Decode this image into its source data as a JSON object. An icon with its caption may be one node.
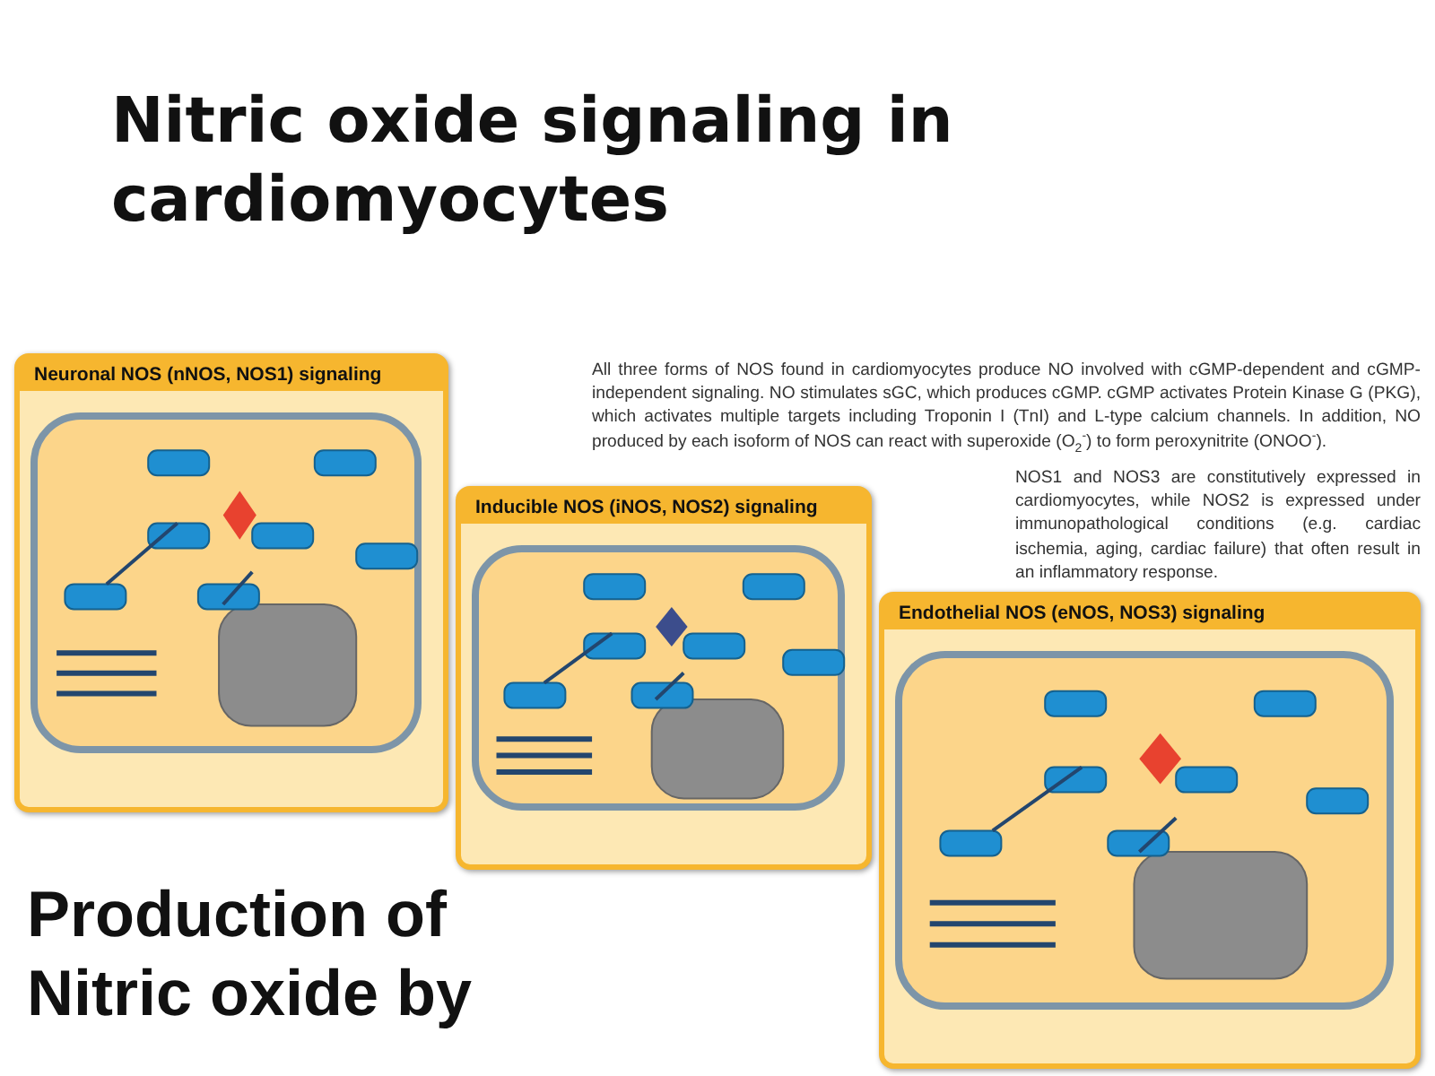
{
  "diagram": {
    "title": "Nitric oxide signaling in cardiomyocytes",
    "nodes": [
      {
        "text": [
          "Neuronal NOS (nNOS, NOS1) signaling"
        ]
      },
      {
        "text": [
          "Inducible NOS (iNOS, NOS2) signaling"
        ]
      },
      {
        "text": [
          "Endothelial NOS (eNOS, NOS3) signaling"
        ]
      }
    ],
    "edges": [],
    "labels": [
      "All three forms of NOS found in cardiomyocytes produce NO involved with cGMP-dependent and cGMP-independent signaling. NO stimulates sGC, which produces cGMP. cGMP activates Protein Kinase G (PKG), which activates multiple targets including Troponin I (TnI) and L-type calcium channels. In addition, NO produced by each isoform of NOS can react with superoxide (O$_{2}$$^{-}$) to form peroxynitrite (ONOO$^{-}$).",
      "NOS1 and NOS3 are constitutively expressed in cardiomyocytes, while NOS2 is expressed under immunopathological conditions (e.g. cardiac ischemia, aging, cardiac failure) that often result in an inflammatory response.",
      "Production of Nitric oxide by"
    ]
  }
}
